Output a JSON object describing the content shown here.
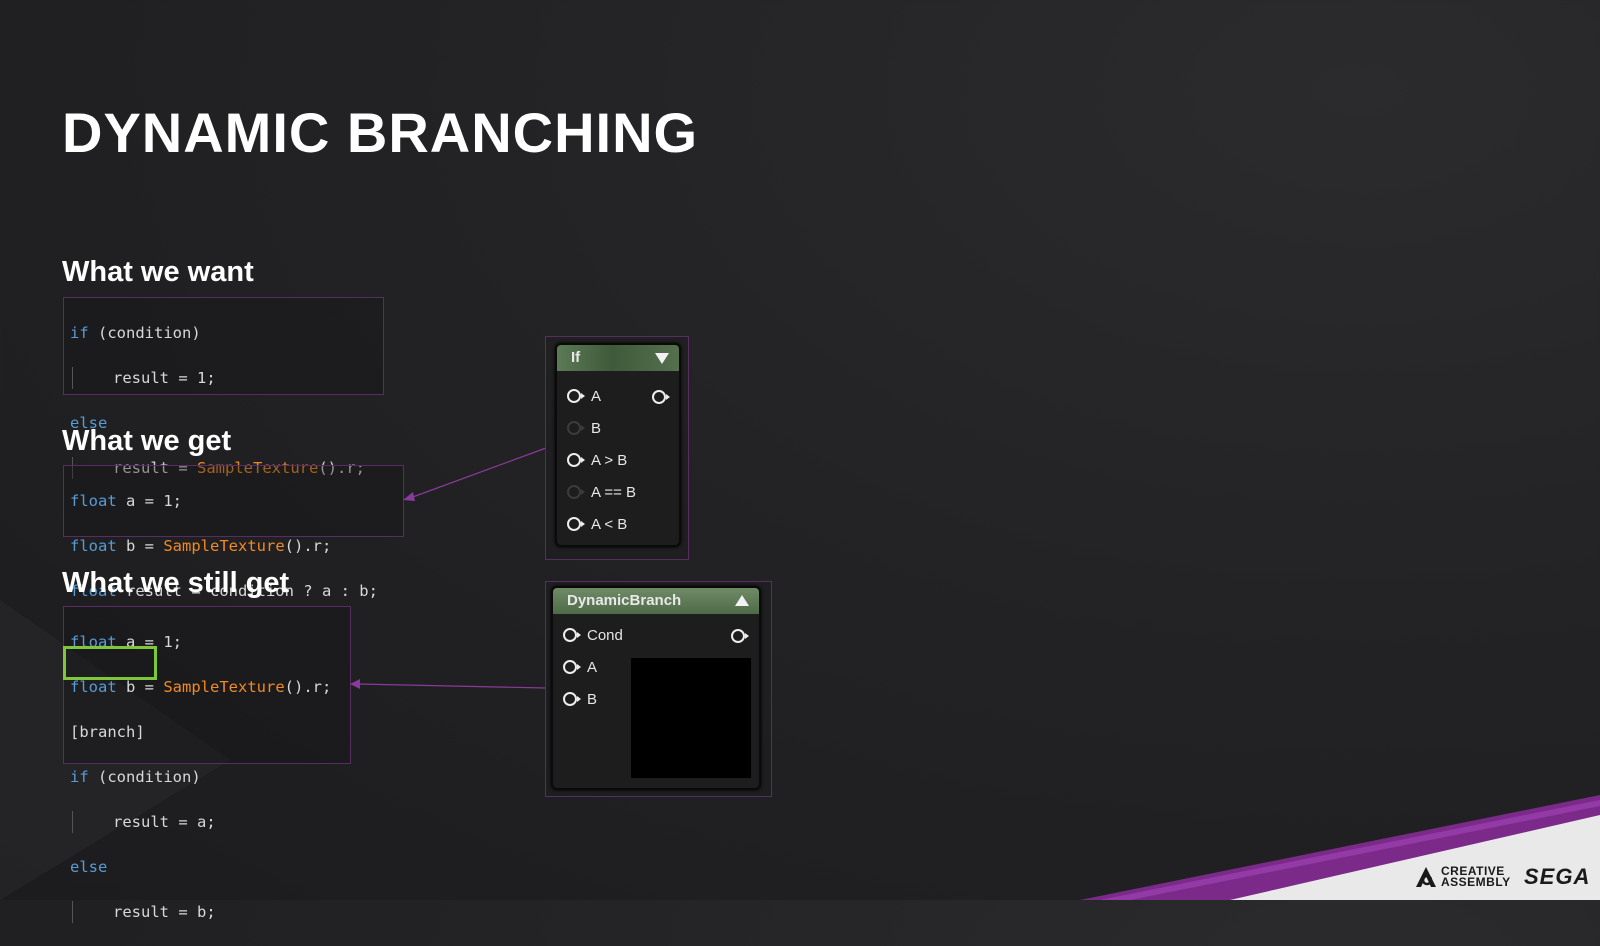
{
  "slide": {
    "title": "DYNAMIC BRANCHING",
    "accent_color": "#7b2a8a",
    "highlight_color": "#7ec63a"
  },
  "sections": [
    {
      "heading": "What we want",
      "code": [
        {
          "kw": "if",
          "rest": " (condition)"
        },
        {
          "indent": true,
          "rest": "result = 1;"
        },
        {
          "kw": "else",
          "rest": ""
        },
        {
          "indent": true,
          "rest": "result = ",
          "fn": "SampleTexture",
          "tail": "().r;"
        }
      ]
    },
    {
      "heading": "What we get",
      "code": [
        {
          "kw": "float",
          "rest": " a = 1;"
        },
        {
          "kw": "float",
          "rest": " b = ",
          "fn": "SampleTexture",
          "tail": "().r;"
        },
        {
          "kw": "float",
          "rest": " result = condition ? a : b;"
        }
      ]
    },
    {
      "heading": "What we still get",
      "code": [
        {
          "kw": "float",
          "rest": " a = 1;"
        },
        {
          "kw": "float",
          "rest": " b = ",
          "fn": "SampleTexture",
          "tail": "().r;"
        },
        {
          "rest": "[branch]"
        },
        {
          "kw": "if",
          "rest": " (condition)"
        },
        {
          "indent": true,
          "rest": "result = a;"
        },
        {
          "kw": "else",
          "rest": ""
        },
        {
          "indent": true,
          "rest": "result = b;"
        }
      ]
    }
  ],
  "nodes": {
    "if_node": {
      "title": "If",
      "pins": [
        {
          "label": "A",
          "active": true
        },
        {
          "label": "B",
          "active": false
        },
        {
          "label": "A > B",
          "active": true
        },
        {
          "label": "A == B",
          "active": false
        },
        {
          "label": "A < B",
          "active": true
        }
      ]
    },
    "dynamic_branch": {
      "title": "DynamicBranch",
      "pins": [
        {
          "label": "Cond",
          "active": true
        },
        {
          "label": "A",
          "active": true
        },
        {
          "label": "B",
          "active": true
        }
      ]
    }
  },
  "footer": {
    "brand_line1": "CREATIVE",
    "brand_line2": "ASSEMBLY",
    "partner": "SEGA"
  }
}
